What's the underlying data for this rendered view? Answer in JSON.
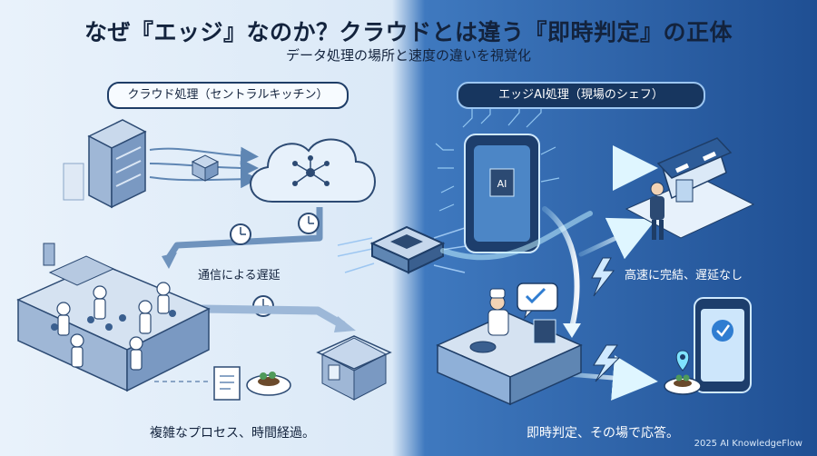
{
  "header": {
    "title": "なぜ『エッジ』なのか？クラウドとは違う『即時判定』の正体",
    "subtitle": "データ処理の場所と速度の違いを視覚化"
  },
  "left_panel": {
    "heading": "クラウド処理（セントラルキッチン）",
    "delay_label": "通信による遅延",
    "caption": "複雑なプロセス、時間経過。"
  },
  "right_panel": {
    "heading": "エッジAI処理（現場のシェフ）",
    "fast_label": "高速に完結、遅延なし",
    "caption": "即時判定、その場で応答。",
    "phone_chip_text": "AI"
  },
  "footer": {
    "credit": "2025 AI KnowledgeFlow"
  },
  "colors": {
    "cloud_blue": "#3f79bf",
    "edge_dark": "#1f4f93",
    "glow_cyan": "#7fe3ff",
    "ink": "#13233d"
  }
}
